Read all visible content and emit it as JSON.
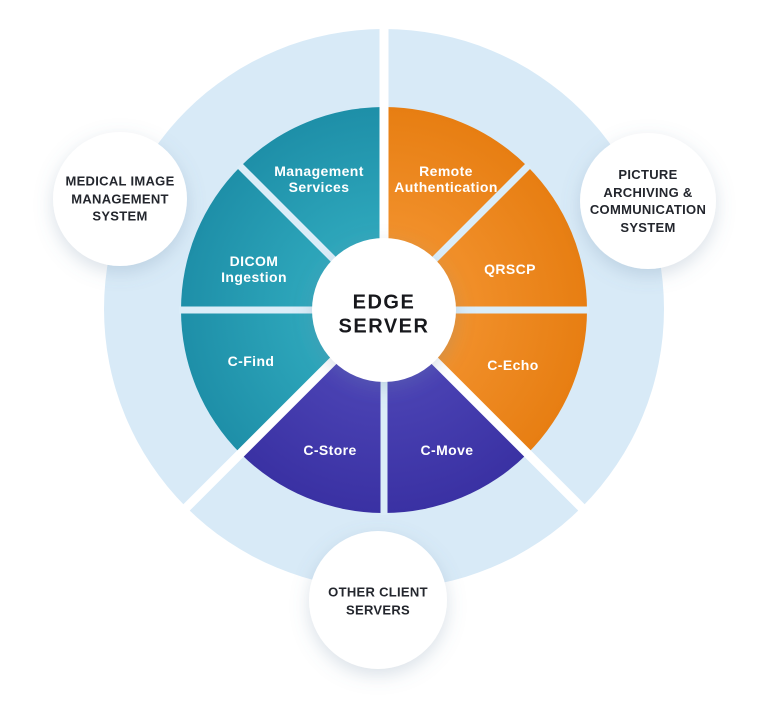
{
  "diagram": {
    "hub": {
      "label": "EDGE\nSERVER"
    },
    "wedges": [
      {
        "name": "remote-authentication",
        "label": "Remote\nAuthentication",
        "group": "orange"
      },
      {
        "name": "qrscp",
        "label": "QRSCP",
        "group": "orange"
      },
      {
        "name": "c-echo",
        "label": "C-Echo",
        "group": "orange"
      },
      {
        "name": "c-move",
        "label": "C-Move",
        "group": "purple"
      },
      {
        "name": "c-store",
        "label": "C-Store",
        "group": "purple"
      },
      {
        "name": "c-find",
        "label": "C-Find",
        "group": "teal"
      },
      {
        "name": "dicom-ingestion",
        "label": "DICOM\nIngestion",
        "group": "teal"
      },
      {
        "name": "management-services",
        "label": "Management\nServices",
        "group": "teal"
      }
    ],
    "satellites": [
      {
        "name": "medical-image-management-system",
        "label": "MEDICAL IMAGE\nMANAGEMENT\nSYSTEM",
        "position": "left"
      },
      {
        "name": "picture-archiving-communication-system",
        "label": "PICTURE\nARCHIVING &\nCOMMUNICATION\nSYSTEM",
        "position": "right"
      },
      {
        "name": "other-client-servers",
        "label": "OTHER CLIENT\nSERVERS",
        "position": "bottom"
      }
    ],
    "colors": {
      "teal": "#2CA4B9",
      "orange": "#F08E28",
      "purple": "#4941B2",
      "outer_ring": "#D8EAF7",
      "divider_white": "#FFFFFF",
      "spoke_light": "#DBEDF8",
      "wedge_text": "#FFFFFF",
      "dark_text": "#1B1C20"
    }
  }
}
